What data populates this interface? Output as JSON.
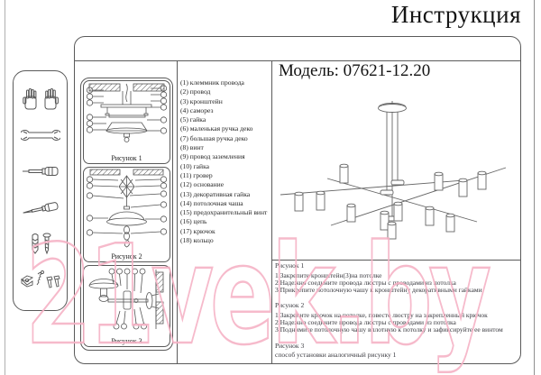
{
  "page": {
    "title": "Инструкция",
    "watermark": "21vek.by"
  },
  "model": {
    "label": "Модель: 07621-12.20"
  },
  "tools": {
    "icons": [
      "gloves-icon",
      "wrench-icon",
      "flat-screwdriver-icon",
      "awl-screwdriver-icon",
      "dowel-and-screw-icon",
      "fasteners-icon"
    ]
  },
  "parts": {
    "items": [
      "(1) клеммник провода",
      "(2) провод",
      "(3) кронштейн",
      "(4) саморез",
      "(5) гайка",
      "(6) маленькая ручка деко",
      "(7) большая ручка деко",
      "(8) винт",
      "(9) провод заземления",
      "(10) гайка",
      "(11) гровер",
      "(12) основание",
      "(13) декоративная гайка",
      "(14) потолочная чаша",
      "(15) предохранительный винт",
      "(16) цепь",
      "(17) крючок",
      "(18) кольцо"
    ]
  },
  "figures": {
    "items": [
      {
        "caption": "Рисунок 1"
      },
      {
        "caption": "Рисунок 2"
      },
      {
        "caption": "Рисунок 3"
      }
    ]
  },
  "instructions": {
    "sections": [
      {
        "title": "Рисунок 1",
        "steps": [
          "1.Закрепите кронштейн(3)на потолке",
          "2.Надежно соедините провода люстры с проводами из потолка",
          "3.Прикрепите потолочную чашу к кронштейну декоративными гайками"
        ]
      },
      {
        "title": "Рисунок 2",
        "steps": [
          "1.Закрепите крючок на потолке, повесте люстру на закрепленный крючок",
          "2.Надежно соедините провода люстры с проводами из потолка",
          "3.Поднимите потолочную чашу вплотную к потолку и зафиксируйте ее винтом"
        ]
      },
      {
        "title": "Рисунок 3",
        "steps": [
          "способ установки аналогичный рисунку 1"
        ]
      }
    ]
  },
  "colors": {
    "watermark": "#f6b3c6",
    "line": "#5a5a5a"
  }
}
